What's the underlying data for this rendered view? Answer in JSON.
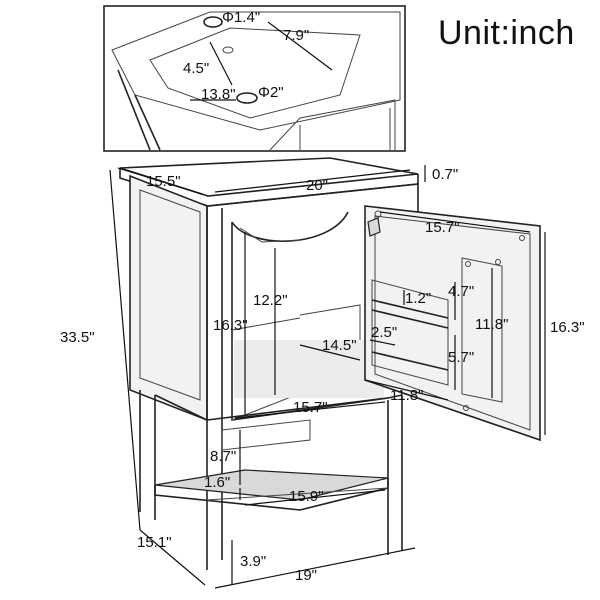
{
  "unit_label": "Unit:inch",
  "inset": {
    "hole_diameter_top": "Φ1.4\"",
    "basin_width": "7.9\"",
    "basin_depth": "4.5\"",
    "basin_length": "13.8\"",
    "drain_diameter": "Φ2\""
  },
  "dimensions": {
    "top_depth": "15.5\"",
    "top_width": "20\"",
    "top_thickness": "0.7\"",
    "door_width": "15.7\"",
    "total_height": "33.5\"",
    "basin_drop": "12.2\"",
    "cabinet_inner_height": "16.3\"",
    "cabinet_inner_depth": "14.5\"",
    "cabinet_inner_width": "15.7\"",
    "rack_spacing": "1.2\"",
    "rack_gap": "4.7\"",
    "rack_width": "2.5\"",
    "rack_lower_gap": "5.7\"",
    "rack_height": "11.8\"",
    "rack_length": "11.8\"",
    "door_height": "16.3\"",
    "shelf_clearance": "8.7\"",
    "shelf_thickness": "1.6\"",
    "shelf_width": "15.9\"",
    "base_depth": "15.1\"",
    "leg_height": "3.9\"",
    "base_width": "19\""
  }
}
